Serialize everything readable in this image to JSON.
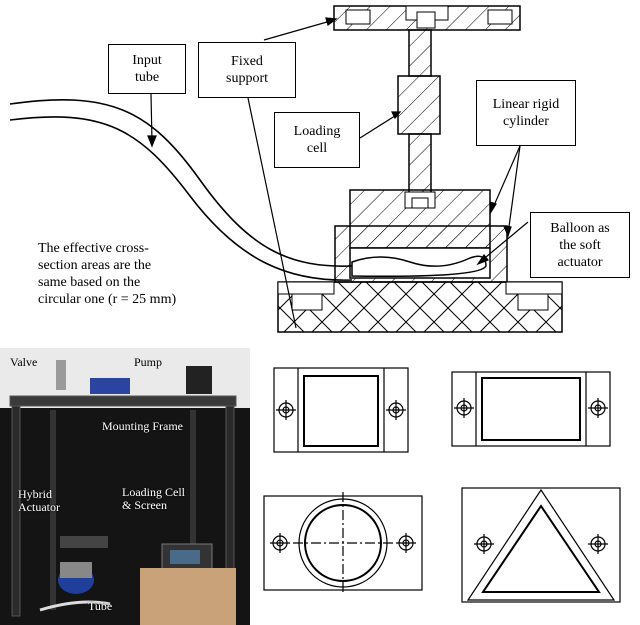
{
  "schematic": {
    "labels": {
      "input_tube": "Input\ntube",
      "fixed_support": "Fixed\nsupport",
      "loading_cell": "Loading\ncell",
      "linear_rigid_cylinder": "Linear rigid\ncylinder",
      "balloon": "Balloon as\nthe soft\nactuator"
    },
    "note": "The effective cross-\nsection areas are the\nsame based on the\ncircular one (r = 25 mm)"
  },
  "photo": {
    "labels": {
      "valve": "Valve",
      "pump": "Pump",
      "mounting_frame": "Mounting Frame",
      "hybrid_actuator": "Hybrid\nActuator",
      "loading_cell_screen": "Loading Cell\n& Screen",
      "tube": "Tube"
    }
  },
  "colors": {
    "line": "#000000",
    "photo_bg": "#1b1b1b",
    "frame_metal": "#2a2a2a",
    "actuator_blue": "#1f3f9a",
    "box_cardboard": "#c9a27a"
  }
}
